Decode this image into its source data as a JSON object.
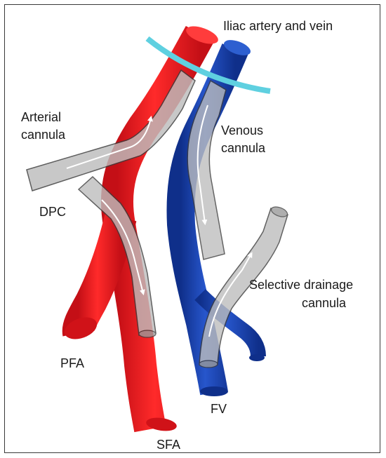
{
  "labels": {
    "iliac": "Iliac artery and vein",
    "arterial_line1": "Arterial",
    "arterial_line2": "cannula",
    "venous_line1": "Venous",
    "venous_line2": "cannula",
    "dpc": "DPC",
    "selective_line1": "Selective drainage",
    "selective_line2": "cannula",
    "pfa": "PFA",
    "sfa": "SFA",
    "fv": "FV"
  },
  "colors": {
    "artery": "#e8141c",
    "artery_dark": "#b80d12",
    "artery_light": "#ff5a5a",
    "vein": "#1a46b8",
    "vein_dark": "#0e2d85",
    "vein_light": "#4a74e0",
    "cannula": "#b8b8b8",
    "cannula_stroke": "#3a3a3a",
    "inguinal_ligament": "#5fd0e0"
  },
  "icons": {
    "flow_arrow": "white-arrow-icon"
  }
}
